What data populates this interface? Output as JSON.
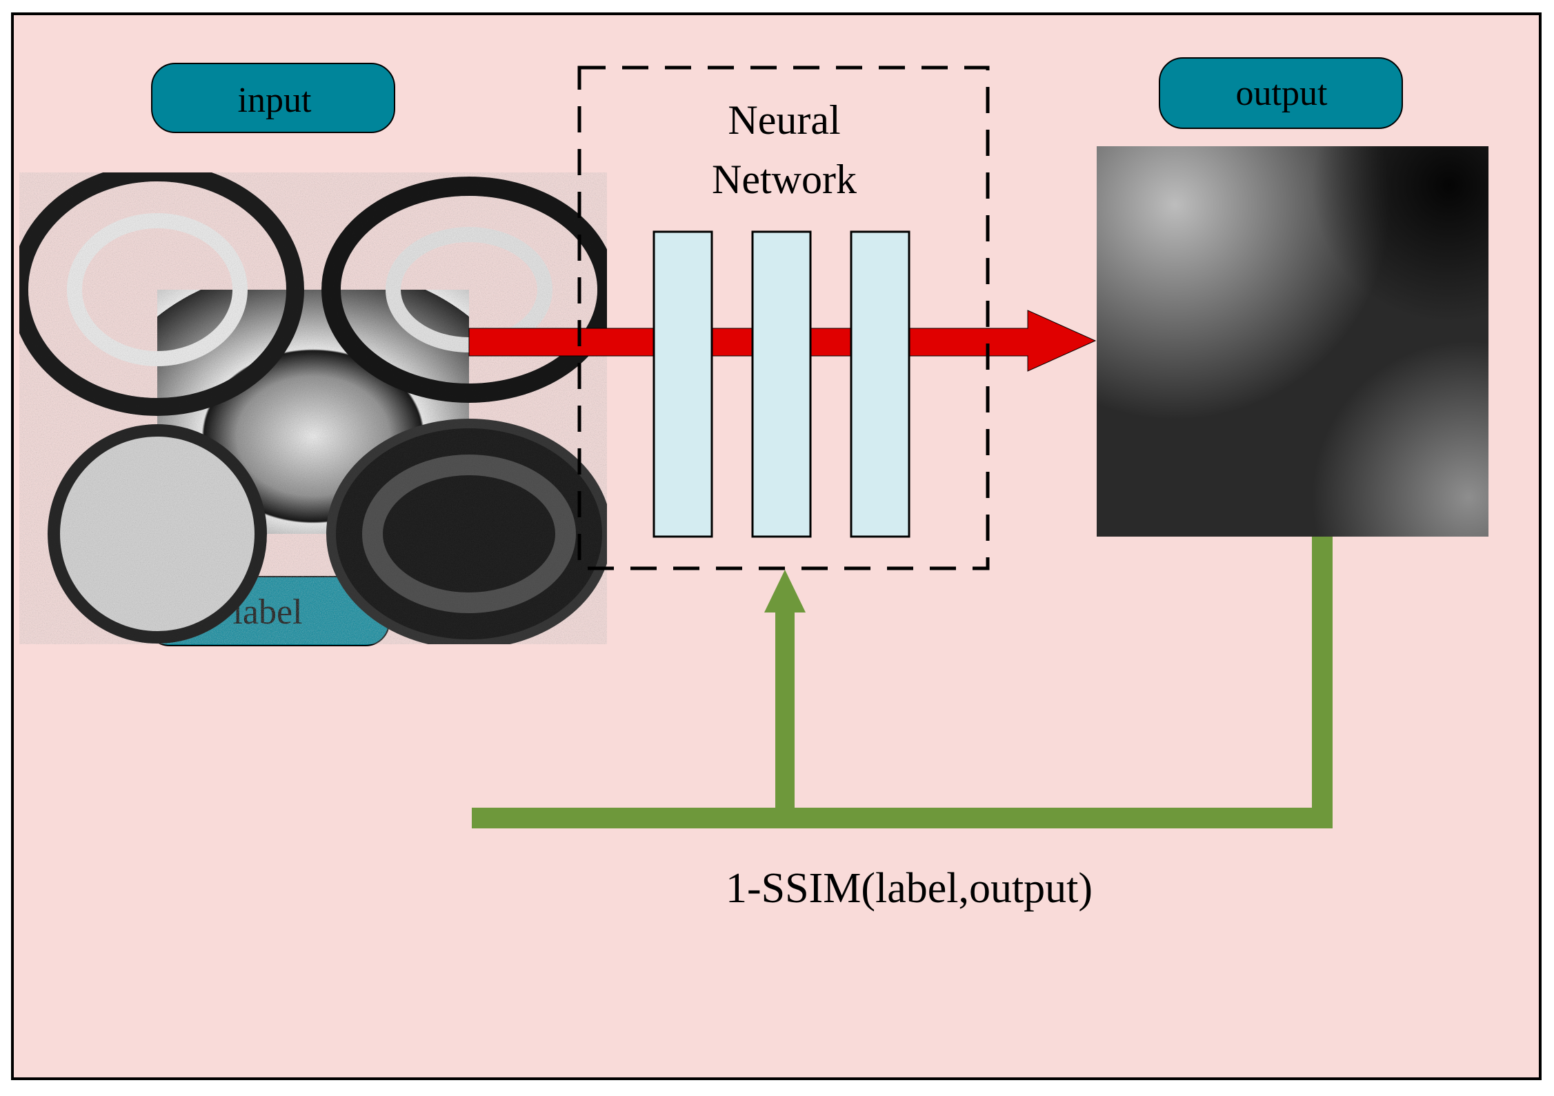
{
  "labels": {
    "input": "input",
    "label": "label",
    "output": "output",
    "network_line1": "Neural",
    "network_line2": "Network",
    "loss": "1-SSIM(label,output)"
  },
  "colors": {
    "background": "#f9dbd9",
    "frame": "#000000",
    "pill_fill": "#00859a",
    "layer_fill": "#d4ecf1",
    "forward_arrow": "#e00000",
    "feedback_arrow": "#6e983b"
  },
  "network": {
    "layer_count": 3
  }
}
